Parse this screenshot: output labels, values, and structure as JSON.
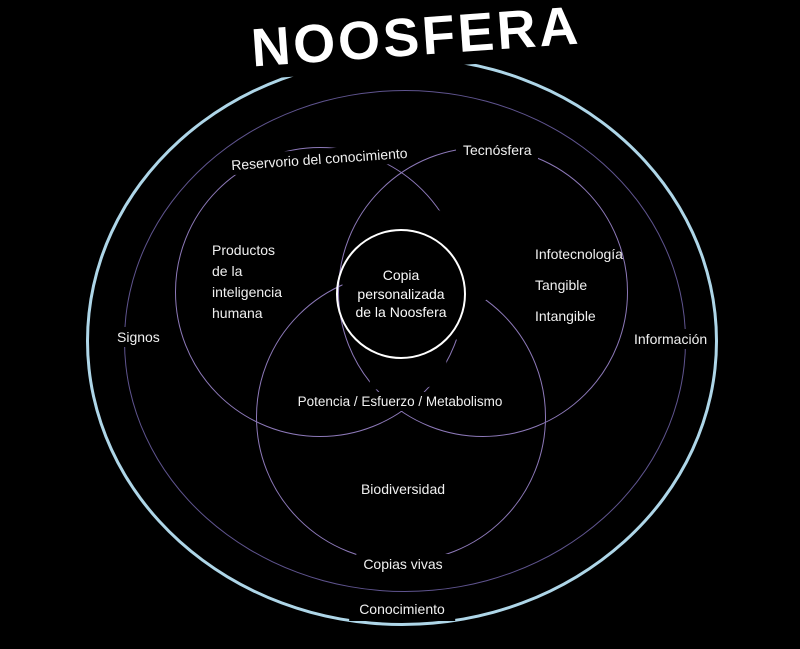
{
  "title": "NOOSFERA",
  "diagram": {
    "outer_ring_label": "Conocimiento",
    "second_ring_label_left": "Signos",
    "second_ring_label_right": "Información",
    "circle_knowledge": {
      "title": "Reservorio del conocimiento",
      "content": "Productos\nde la\ninteligencia\nhumana"
    },
    "circle_technosphere": {
      "title": "Tecnósfera",
      "items": [
        "Infotecnología",
        "Tangible",
        "Intangible"
      ]
    },
    "circle_life": {
      "content": "Biodiversidad",
      "title": "Copias vivas"
    },
    "center_label": "Copia\npersonalizada\nde la Noosfera",
    "intersection_label": "Potencia / Esfuerzo / Metabolismo"
  },
  "colors": {
    "background": "#000000",
    "outer_ring": "#aed6e8",
    "inner_ring": "#5f548f",
    "venn_ring": "#8d79b9",
    "center_ring": "#ffffff",
    "text": "#f0f0f0",
    "small_head": "#989898",
    "large_head": "#151515"
  }
}
